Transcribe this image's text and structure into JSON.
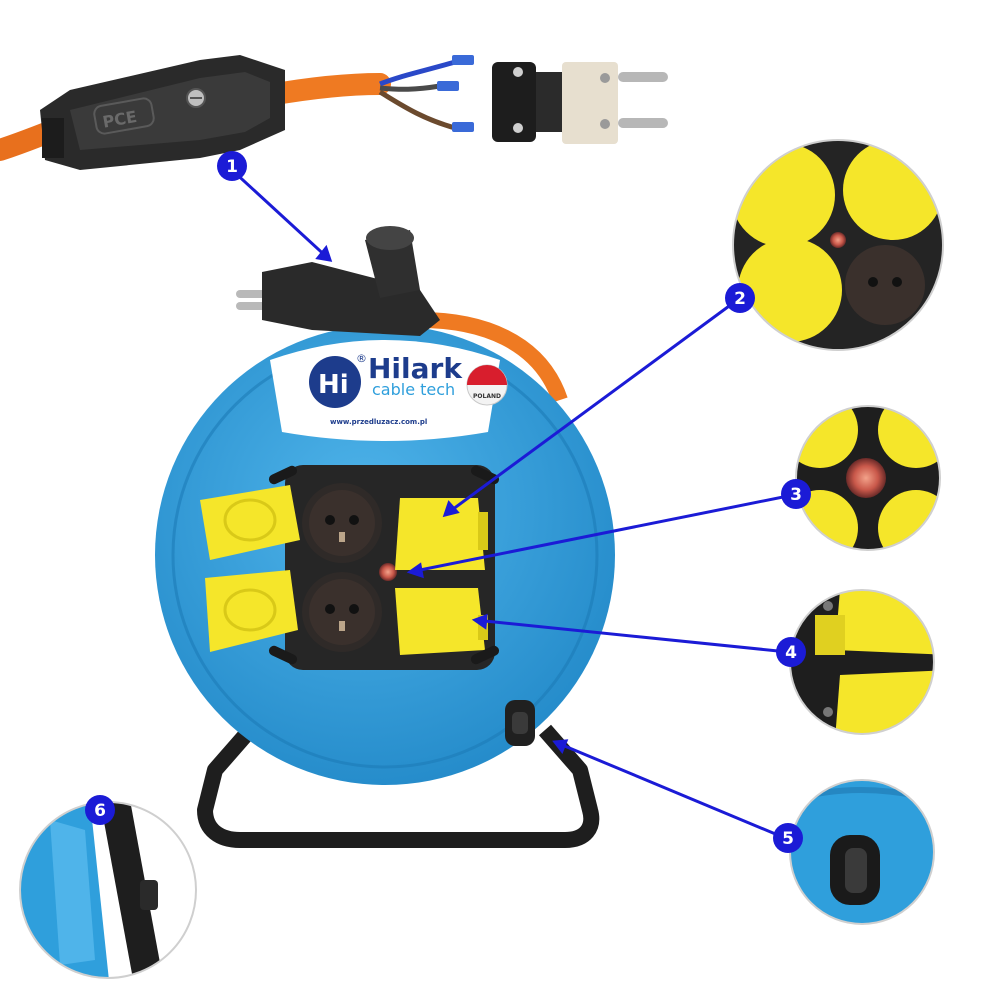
{
  "colors": {
    "reel_blue": "#2f9fdc",
    "cable_orange": "#f07a22",
    "socket_cover_yellow": "#f5e62a",
    "callout_blue": "#1b1bd6",
    "frame_black": "#1e1e1e"
  },
  "brand": {
    "name": "Hilark",
    "tagline": "cable tech",
    "logo_letter": "Hi",
    "registered": "®",
    "badge": "POLAND",
    "website": "www.przedluzacz.com.pl"
  },
  "plug": {
    "marking": "PCE"
  },
  "callouts": [
    {
      "number": "1",
      "feature": "rubber-plug"
    },
    {
      "number": "2",
      "feature": "socket-covers"
    },
    {
      "number": "3",
      "feature": "indicator-light"
    },
    {
      "number": "4",
      "feature": "cover-hinge"
    },
    {
      "number": "5",
      "feature": "crank-handle"
    },
    {
      "number": "6",
      "feature": "steel-frame"
    }
  ]
}
